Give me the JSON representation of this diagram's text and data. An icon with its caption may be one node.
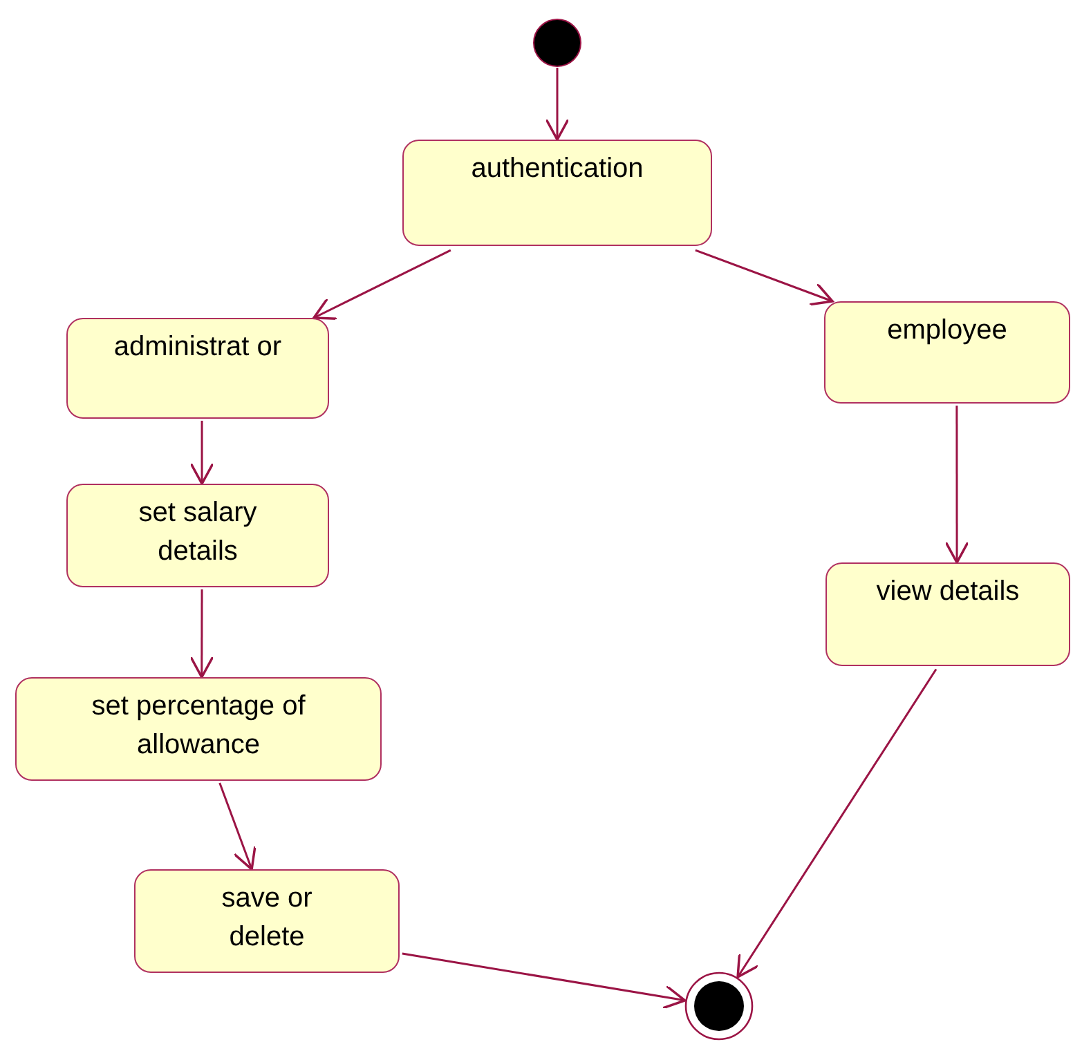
{
  "diagram": {
    "nodes": [
      {
        "text": [],
        "shape": "circle"
      },
      {
        "text": [
          "authentication"
        ]
      },
      {
        "text": [
          "administrat or"
        ]
      },
      {
        "text": [
          "employee"
        ]
      },
      {
        "text": [
          "set salary details"
        ]
      },
      {
        "text": [
          "set percentage of allowance"
        ]
      },
      {
        "text": [
          "save or delete"
        ]
      },
      {
        "text": [
          "view details"
        ]
      },
      {
        "text": [],
        "shape": "circle"
      }
    ],
    "edges": [
      {
        "from": 0,
        "to": 1,
        "arrow": "to"
      },
      {
        "from": 1,
        "to": 2,
        "arrow": "to"
      },
      {
        "from": 1,
        "to": 3,
        "arrow": "to"
      },
      {
        "from": 2,
        "to": 4,
        "arrow": "to"
      },
      {
        "from": 4,
        "to": 5,
        "arrow": "to"
      },
      {
        "from": 5,
        "to": 6,
        "arrow": "to"
      },
      {
        "from": 3,
        "to": 7,
        "arrow": "to"
      },
      {
        "from": 7,
        "to": 8,
        "arrow": "to"
      },
      {
        "from": 6,
        "to": 8,
        "arrow": "to"
      }
    ]
  }
}
